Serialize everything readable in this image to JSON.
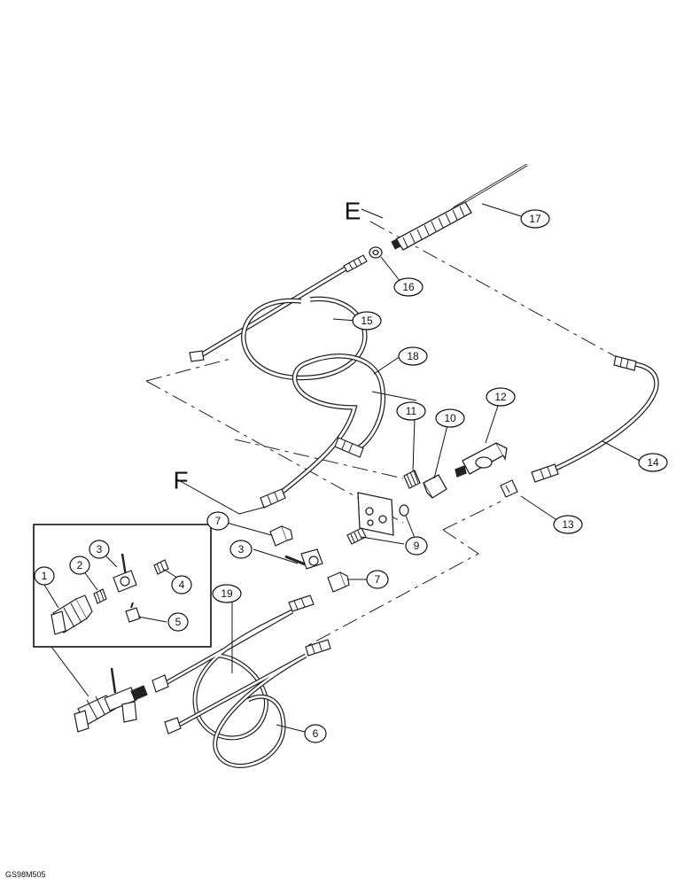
{
  "section_labels": {
    "e": "E",
    "f": "F"
  },
  "callouts": {
    "c1": "1",
    "c2": "2",
    "c3a": "3",
    "c3b": "3",
    "c4": "4",
    "c5": "5",
    "c6": "6",
    "c7a": "7",
    "c7b": "7",
    "c9": "9",
    "c10": "10",
    "c11": "11",
    "c12": "12",
    "c13": "13",
    "c14": "14",
    "c15": "15",
    "c16": "16",
    "c17": "17",
    "c18": "18",
    "c19": "19"
  },
  "figure_code": "GS98M505"
}
